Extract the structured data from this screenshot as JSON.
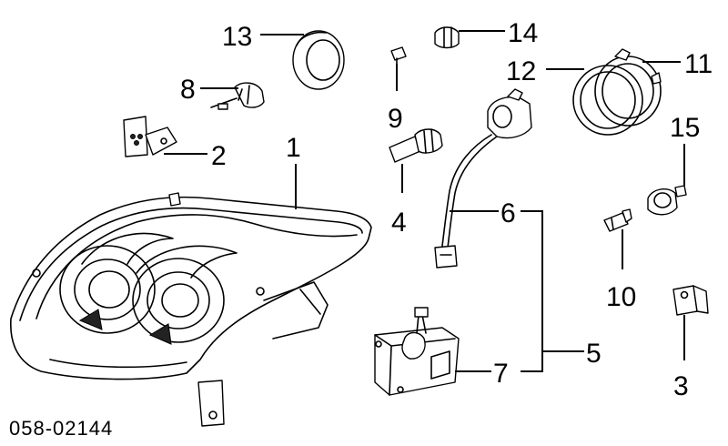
{
  "callouts": {
    "c1": "1",
    "c2": "2",
    "c3": "3",
    "c4": "4",
    "c5": "5",
    "c6": "6",
    "c7": "7",
    "c8": "8",
    "c9": "9",
    "c10": "10",
    "c11": "11",
    "c12": "12",
    "c13": "13",
    "c14": "14",
    "c15": "15"
  },
  "diagram_code": "058-02144",
  "parts": [
    {
      "callout": "1",
      "icon": "headlight-assembly-icon"
    },
    {
      "callout": "2",
      "icon": "bracket-icon"
    },
    {
      "callout": "3",
      "icon": "clip-icon"
    },
    {
      "callout": "4",
      "icon": "bulb-icon"
    },
    {
      "callout": "5",
      "icon": "ballast-assembly-icon"
    },
    {
      "callout": "6",
      "icon": "igniter-harness-icon"
    },
    {
      "callout": "7",
      "icon": "ballast-unit-icon"
    },
    {
      "callout": "8",
      "icon": "bulb-socket-icon"
    },
    {
      "callout": "9",
      "icon": "screw-icon"
    },
    {
      "callout": "10",
      "icon": "side-bulb-icon"
    },
    {
      "callout": "11",
      "icon": "ring-icon"
    },
    {
      "callout": "12",
      "icon": "ring-icon"
    },
    {
      "callout": "13",
      "icon": "cap-icon"
    },
    {
      "callout": "14",
      "icon": "small-bulb-icon"
    },
    {
      "callout": "15",
      "icon": "socket-icon"
    }
  ]
}
